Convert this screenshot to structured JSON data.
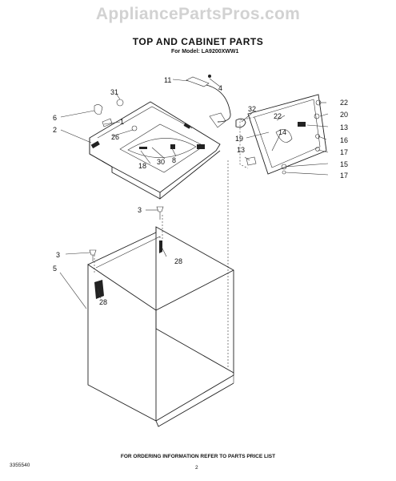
{
  "watermark": "AppliancePartsPros.com",
  "title": "TOP AND CABINET PARTS",
  "subtitle": "For Model: LA9200XWW1",
  "footer_note": "FOR ORDERING INFORMATION REFER TO PARTS PRICE LIST",
  "doc_number": "3355540",
  "page_number": "2",
  "callouts": {
    "c11": "11",
    "c4": "4",
    "c31": "31",
    "c6": "6",
    "c1": "1",
    "c2": "2",
    "c26": "26",
    "c18": "18",
    "c30": "30",
    "c8": "8",
    "c32": "32",
    "c22a": "22",
    "c22b": "22",
    "c20": "20",
    "c13a": "13",
    "c16": "16",
    "c19": "19",
    "c14": "14",
    "c13b": "13",
    "c17a": "17",
    "c15": "15",
    "c17b": "17",
    "c3a": "3",
    "c3b": "3",
    "c28a": "28",
    "c5": "5",
    "c28b": "28"
  }
}
